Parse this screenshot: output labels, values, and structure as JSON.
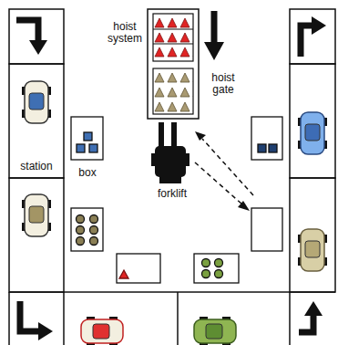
{
  "diagram": {
    "labels": [
      "hoist system",
      "hoist gate",
      "station",
      "box",
      "forklift"
    ]
  }
}
